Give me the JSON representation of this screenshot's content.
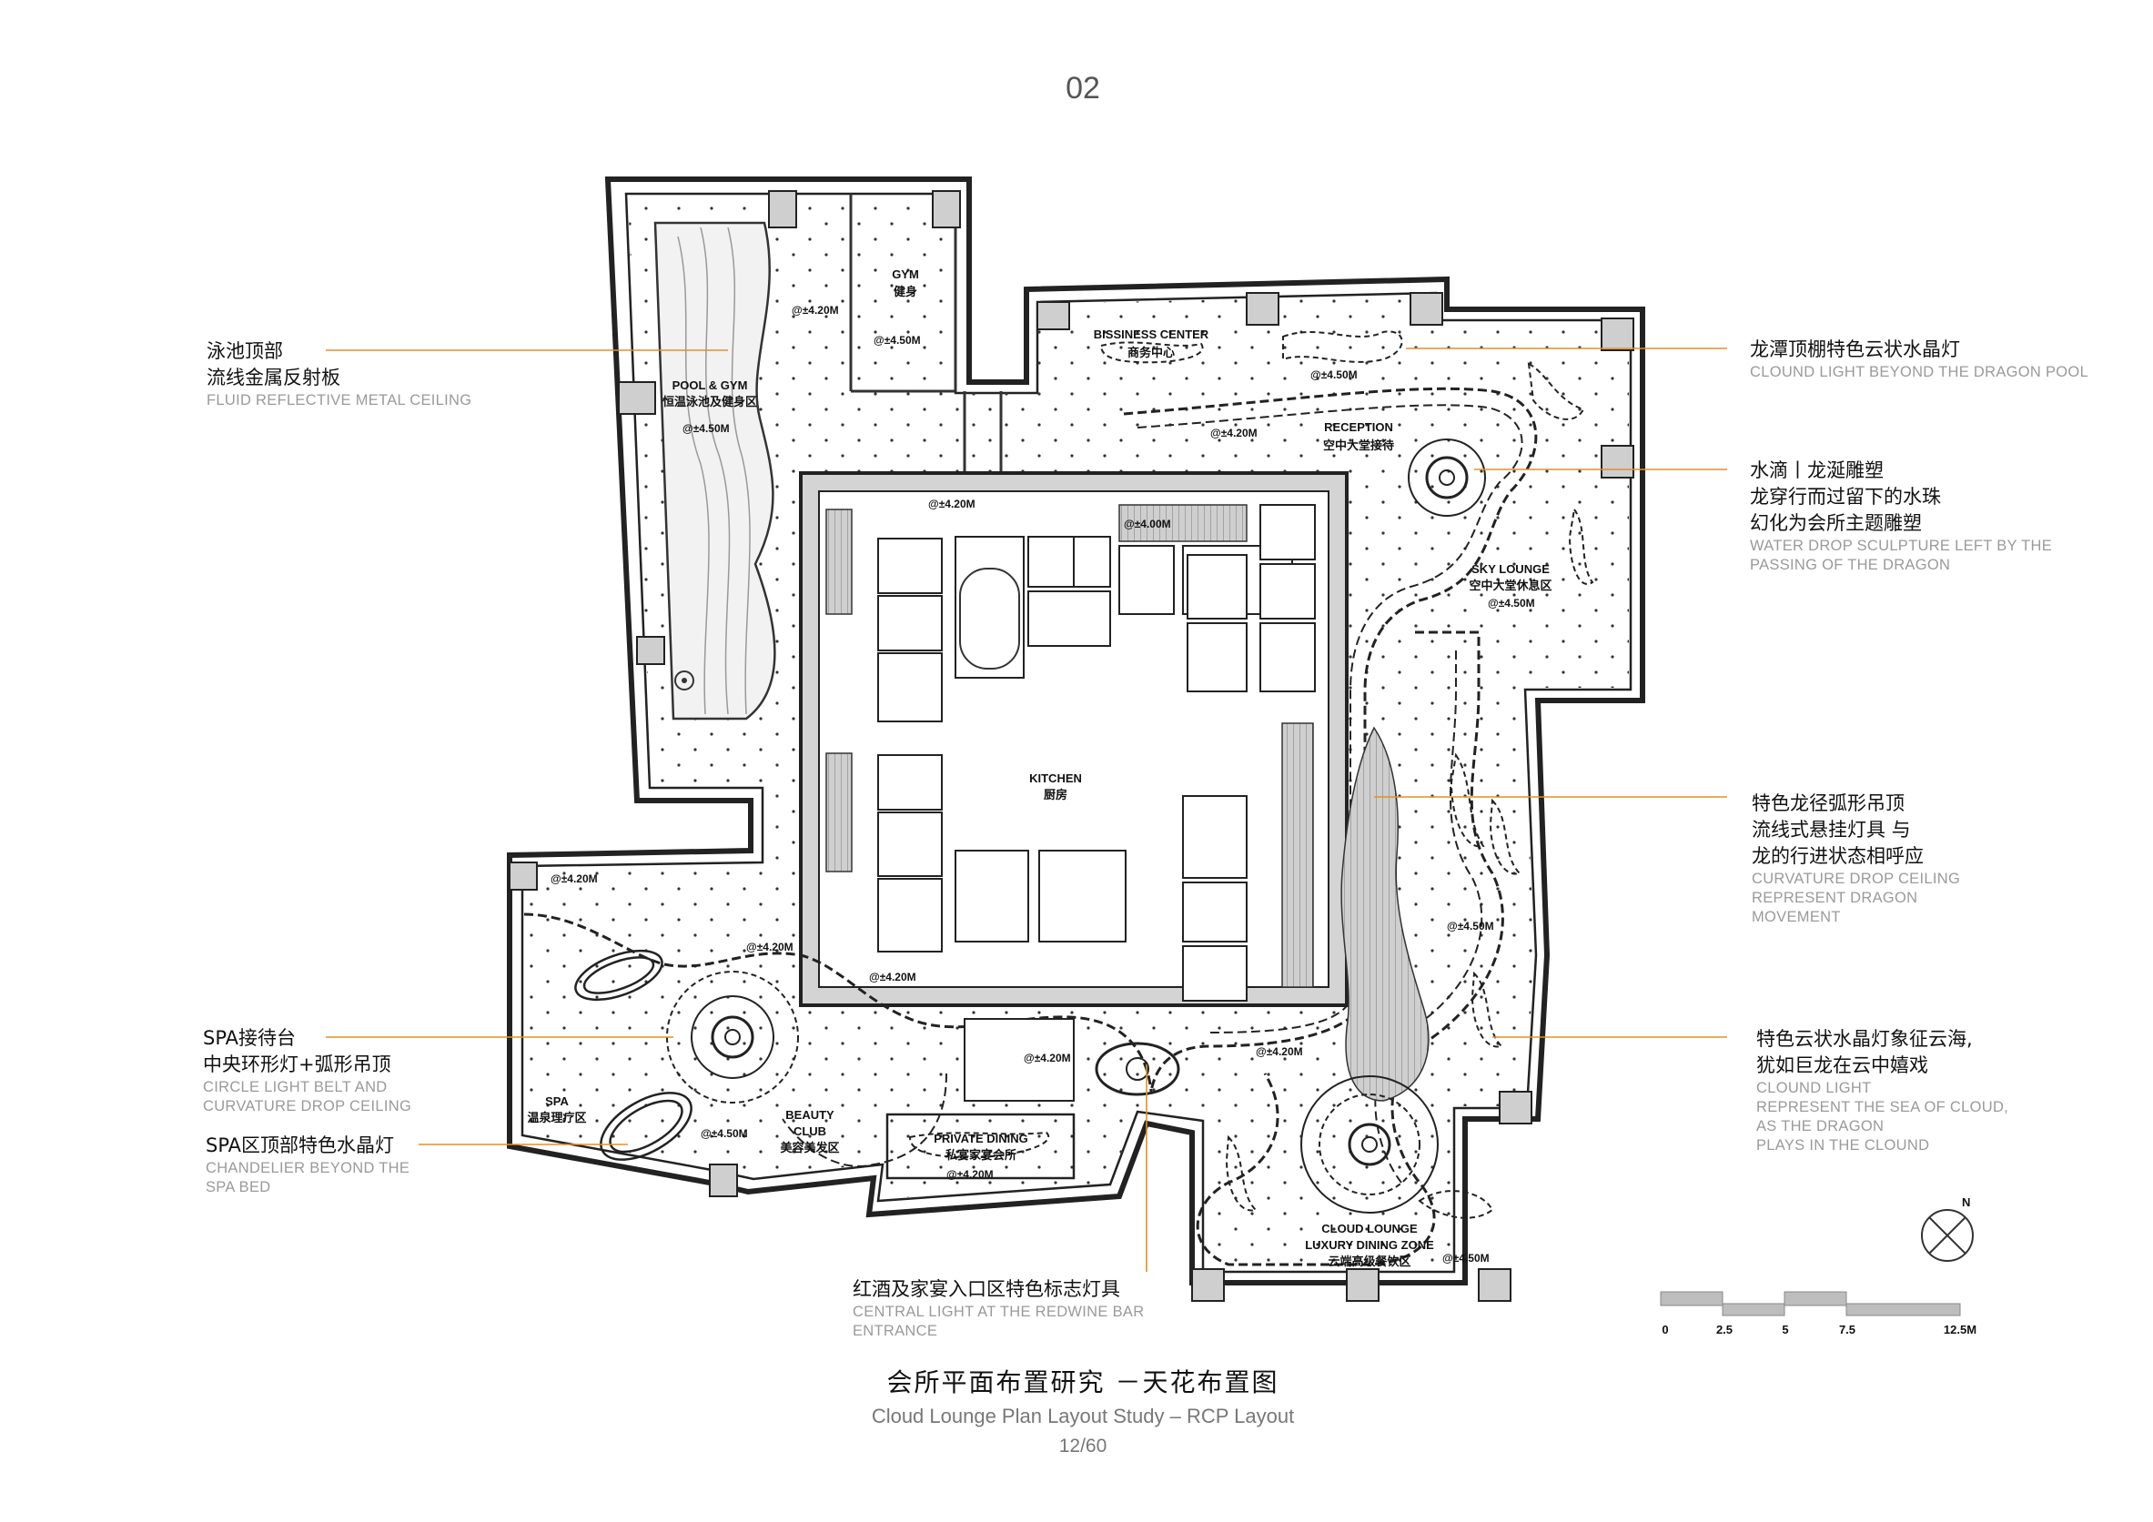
{
  "page_number": "02",
  "title": {
    "cn": "会所平面布置研究 －天花布置图",
    "en": "Cloud Lounge Plan Layout Study – RCP Layout",
    "page": "12/60"
  },
  "annotations": {
    "pool_ceiling": {
      "cn1": "泳池顶部",
      "cn2": "流线金属反射板",
      "en1": "FLUID REFLECTIVE METAL CEILING"
    },
    "spa_reception": {
      "cn1": "SPA接待台",
      "cn2": "中央环形灯+弧形吊顶",
      "en1": "CIRCLE LIGHT BELT AND",
      "en2": "CURVATURE DROP CEILING"
    },
    "spa_chandelier": {
      "cn1": "SPA区顶部特色水晶灯",
      "en1": "CHANDELIER BEYOND THE",
      "en2": "SPA BED"
    },
    "redwine_light": {
      "cn1": "红酒及家宴入口区特色标志灯具",
      "en1": "CENTRAL LIGHT AT THE REDWINE BAR",
      "en2": "ENTRANCE"
    },
    "dragon_pool": {
      "cn1": "龙潭顶棚特色云状水晶灯",
      "en1": "CLOUND LIGHT BEYOND THE DRAGON POOL"
    },
    "water_drop": {
      "cn1": "水滴丨龙涎雕塑",
      "cn2": "龙穿行而过留下的水珠",
      "cn3": "幻化为会所主题雕塑",
      "en1": "WATER DROP SCULPTURE LEFT BY THE",
      "en2": "PASSING OF THE DRAGON"
    },
    "dragon_arc": {
      "cn1": "特色龙径弧形吊顶",
      "cn2": "流线式悬挂灯具 与",
      "cn3": "龙的行进状态相呼应",
      "en1": "CURVATURE DROP CEILING",
      "en2": "REPRESENT DRAGON",
      "en3": "MOVEMENT"
    },
    "cloud_sea": {
      "cn1": "特色云状水晶灯象征云海,",
      "cn2": "犹如巨龙在云中嬉戏",
      "en1": "CLOUND LIGHT",
      "en2": "REPRESENT THE SEA OF CLOUD,",
      "en3": "AS THE DRAGON",
      "en4": "PLAYS IN THE CLOUND"
    }
  },
  "rooms": {
    "gym_en": "GYM",
    "gym_cn": "健身",
    "pool_en": "POOL & GYM",
    "pool_cn": "恒温泳池及健身区",
    "biz_en": "BISSINESS CENTER",
    "biz_cn": "商务中心",
    "reception_en": "RECEPTION",
    "reception_cn": "空中大堂接待",
    "sky_en": "SKY LOUNGE",
    "sky_cn": "空中大堂休息区",
    "kitchen_en": "KITCHEN",
    "kitchen_cn": "厨房",
    "spa_en": "SPA",
    "spa_cn": "温泉理疗区",
    "beauty_en1": "BEAUTY",
    "beauty_en2": "CLUB",
    "beauty_cn": "美容美发区",
    "pdining_en": "PRIVATE DINING",
    "pdining_cn": "私宴家宴会所",
    "cloud_en1": "CLOUD LOUNGE",
    "cloud_en2": "LUXURY DINING ZONE",
    "cloud_cn": "云端高级餐饮区"
  },
  "levels": {
    "l420": "@±4.20M",
    "l450": "@±4.50M",
    "l400": "@±4.00M"
  },
  "scale_bar": {
    "t0": "0",
    "t1": "2.5",
    "t2": "5",
    "t3": "7.5",
    "t4": "12.5M"
  },
  "north": "N",
  "colors": {
    "leader": "#e0902a",
    "wall": "#222222",
    "gray_fill": "#bdbdbd",
    "note_en": "#9a9a9a"
  }
}
